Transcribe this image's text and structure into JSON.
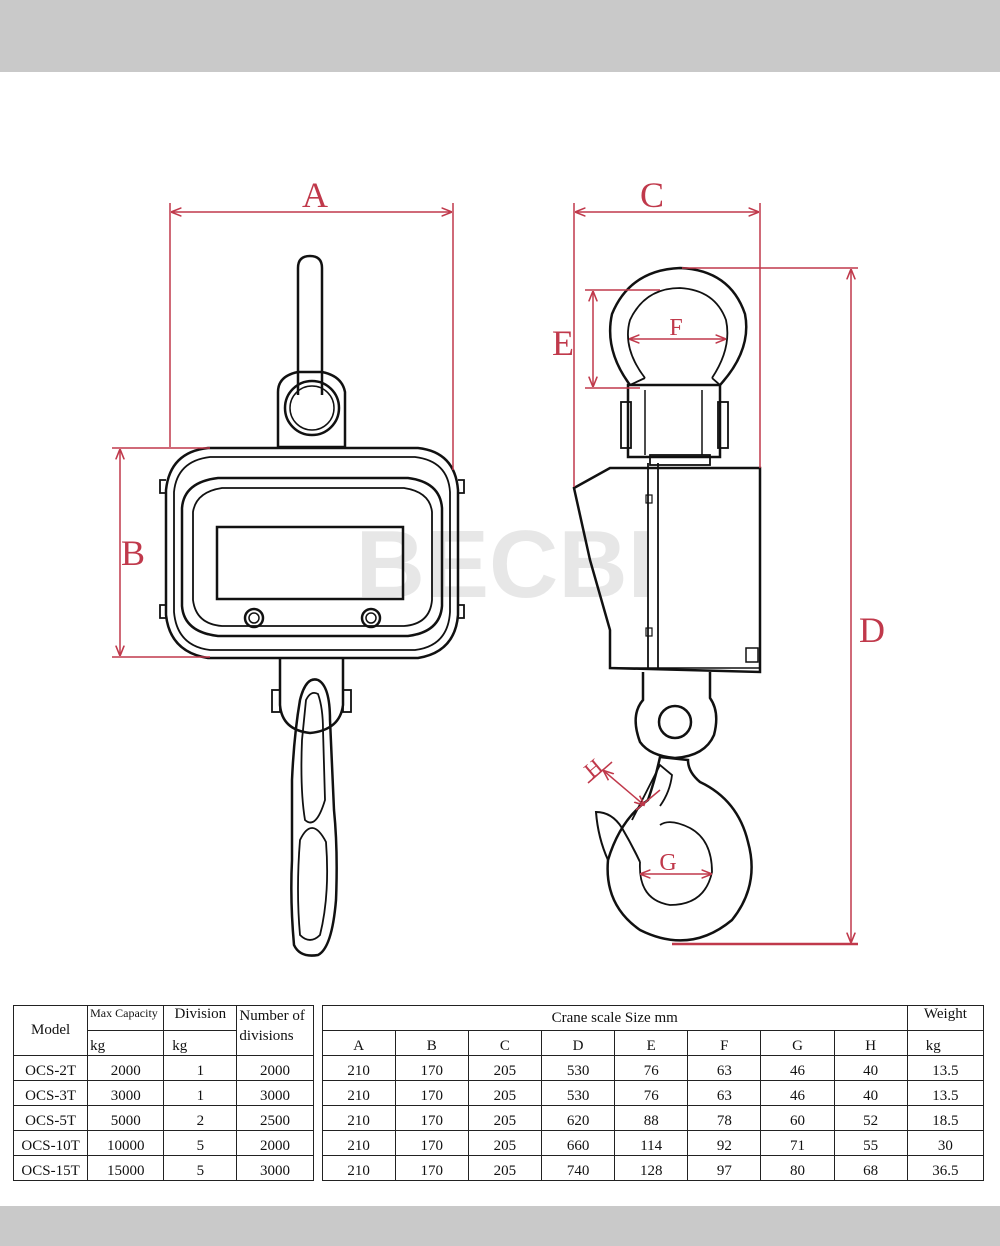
{
  "watermark": "BECBI",
  "dimension_labels": {
    "A": "A",
    "B": "B",
    "C": "C",
    "D": "D",
    "E": "E",
    "F": "F",
    "G": "G",
    "H": "H"
  },
  "colors": {
    "dimension_line": "#c0394b",
    "outline": "#111111",
    "band": "#c9c9c9"
  },
  "table": {
    "model_header": "Model",
    "max_capacity_header": "Max Capacity",
    "max_capacity_unit": "kg",
    "division_header": "Division",
    "division_unit": "kg",
    "number_of_divisions_header": "Number of divisions",
    "size_header": "Crane scale Size mm",
    "weight_header": "Weight",
    "weight_unit": "kg",
    "size_columns": [
      "A",
      "B",
      "C",
      "D",
      "E",
      "F",
      "G",
      "H"
    ],
    "rows": [
      {
        "model": "OCS-2T",
        "capacity": "2000",
        "division": "1",
        "divisions": "2000",
        "sizes": [
          "210",
          "170",
          "205",
          "530",
          "76",
          "63",
          "46",
          "40"
        ],
        "weight": "13.5"
      },
      {
        "model": "OCS-3T",
        "capacity": "3000",
        "division": "1",
        "divisions": "3000",
        "sizes": [
          "210",
          "170",
          "205",
          "530",
          "76",
          "63",
          "46",
          "40"
        ],
        "weight": "13.5"
      },
      {
        "model": "OCS-5T",
        "capacity": "5000",
        "division": "2",
        "divisions": "2500",
        "sizes": [
          "210",
          "170",
          "205",
          "620",
          "88",
          "78",
          "60",
          "52"
        ],
        "weight": "18.5"
      },
      {
        "model": "OCS-10T",
        "capacity": "10000",
        "division": "5",
        "divisions": "2000",
        "sizes": [
          "210",
          "170",
          "205",
          "660",
          "114",
          "92",
          "71",
          "55"
        ],
        "weight": "30"
      },
      {
        "model": "OCS-15T",
        "capacity": "15000",
        "division": "5",
        "divisions": "3000",
        "sizes": [
          "210",
          "170",
          "205",
          "740",
          "128",
          "97",
          "80",
          "68"
        ],
        "weight": "36.5"
      }
    ]
  }
}
